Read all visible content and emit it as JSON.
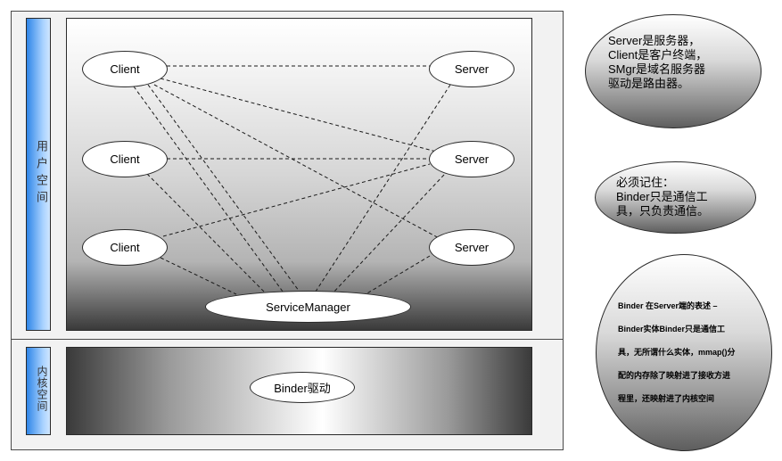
{
  "layers": {
    "user_space": "用户空间",
    "kernel_space": "内核空间"
  },
  "nodes": {
    "client_1": "Client",
    "client_2": "Client",
    "client_3": "Client",
    "server_1": "Server",
    "server_2": "Server",
    "server_3": "Server",
    "service_manager": "ServiceManager",
    "binder_driver": "Binder驱动"
  },
  "notes": {
    "analogy": [
      "Server是服务器，",
      "Client是客户终端，",
      "SMgr是域名服务器",
      "驱动是路由器。"
    ],
    "remember": [
      "必须记住：",
      "Binder只是通信工",
      "具，只负责通信。"
    ],
    "binder_entity": [
      "Binder 在Server端的表述 –",
      "Binder实体Binder只是通信工",
      "具，无所谓什么实体，mmap()分",
      "配的内存除了映射进了接收方进",
      "程里，还映射进了内核空间"
    ]
  }
}
